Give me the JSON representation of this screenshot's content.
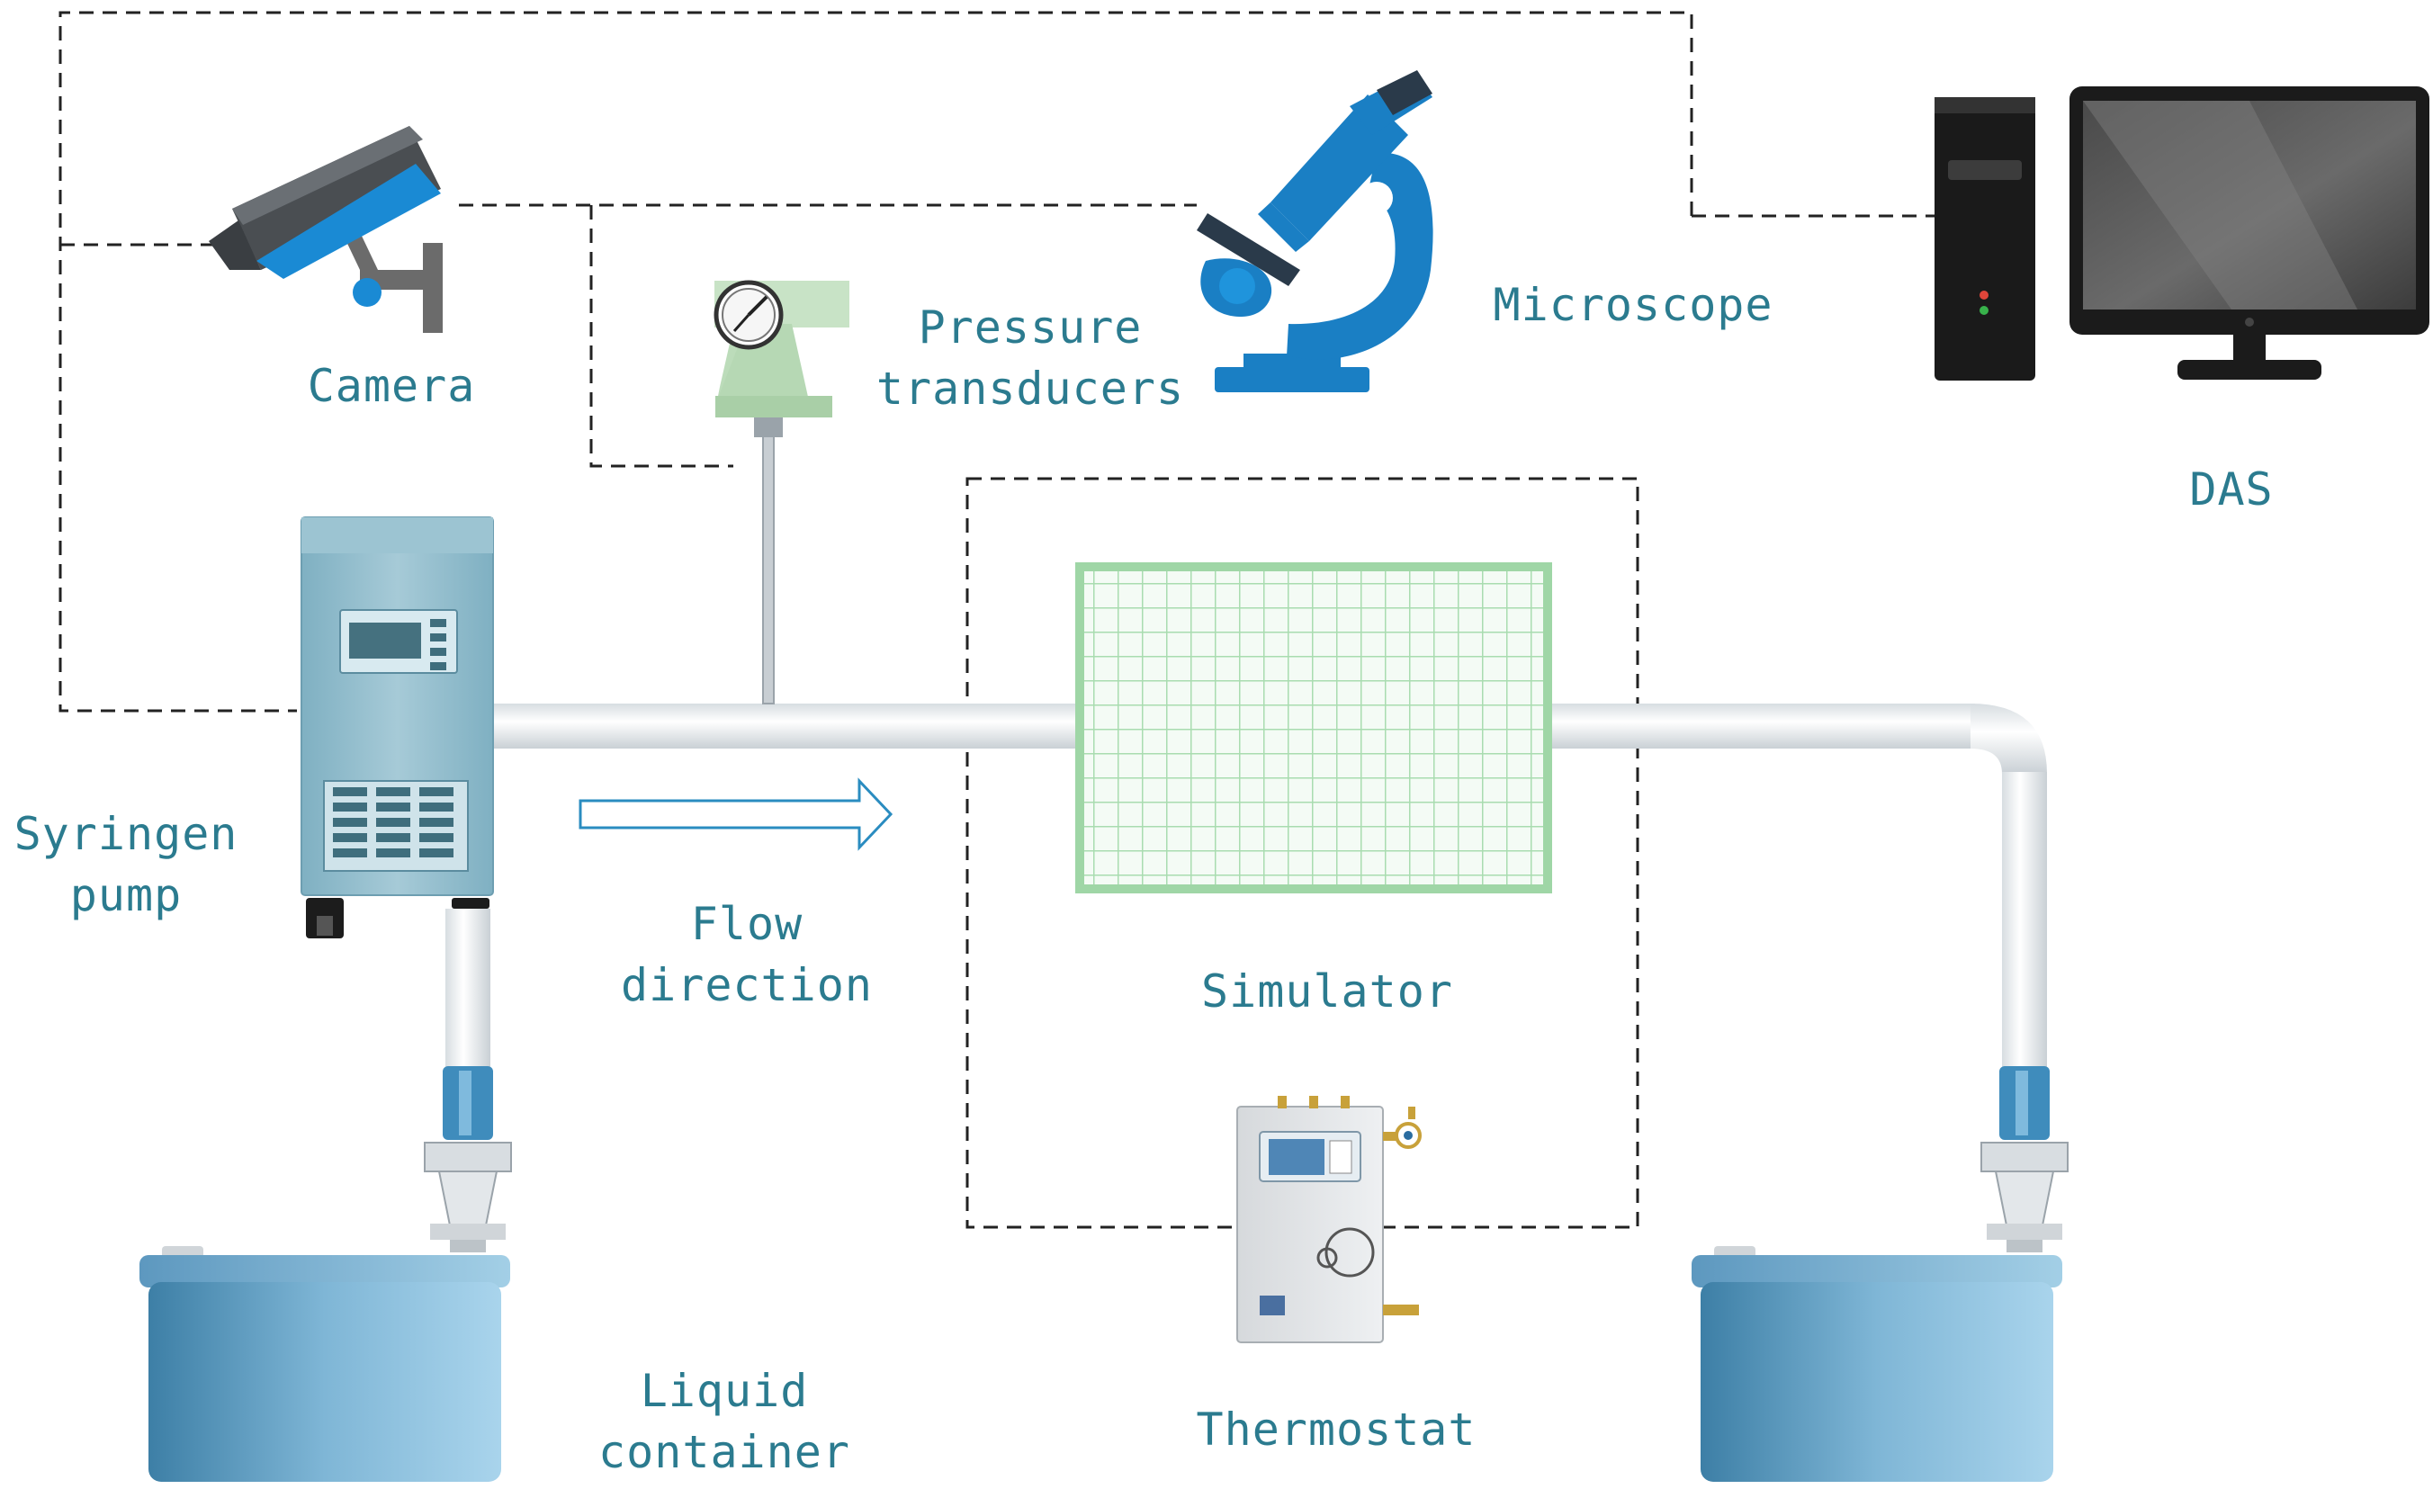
{
  "labels": {
    "camera": "Camera",
    "pressure_line1": "Pressure",
    "pressure_line2": "transducers",
    "microscope": "Microscope",
    "das": "DAS",
    "syringe_line1": "Syringen",
    "syringe_line2": "pump",
    "flow_line1": "Flow",
    "flow_line2": "direction",
    "simulator": "Simulator",
    "liquid_line1": "Liquid",
    "liquid_line2": "container",
    "thermostat": "Thermostat"
  },
  "colors": {
    "label_text": "#2b7b8f",
    "connection_line": "#222222",
    "device_blue": "#1a7fc4",
    "pump_teal": "#8fbccc",
    "container_blue": "#6fa9c9",
    "simulator_grid": "#9fd6a6",
    "pipe": "#e8ecef",
    "computer_dark": "#1b1b1b"
  },
  "icons": [
    "camera-icon",
    "pressure-gauge-icon",
    "microscope-icon",
    "computer-icon",
    "syringe-pump-icon",
    "flow-arrow-icon",
    "simulator-grid-icon",
    "thermostat-icon",
    "liquid-container-icon"
  ]
}
